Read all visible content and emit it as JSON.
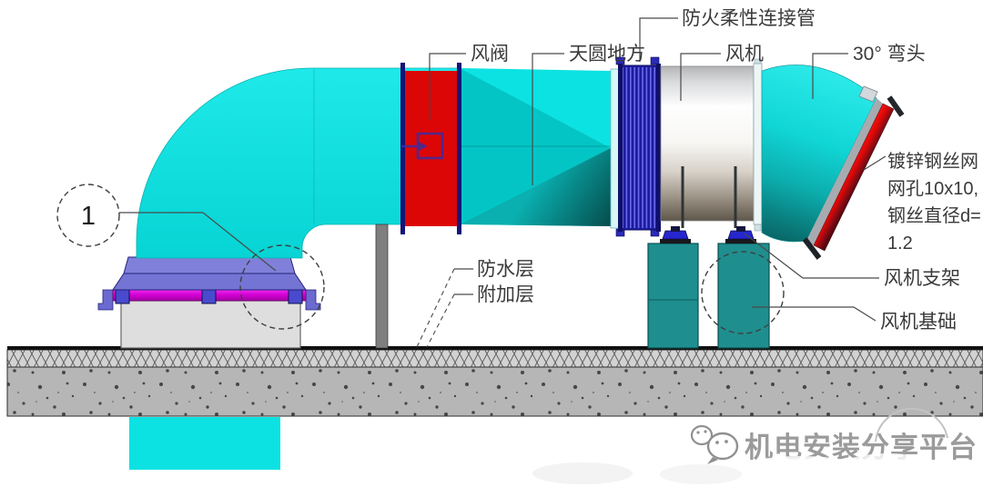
{
  "diagram": {
    "title_domain": "rooftop-fan-duct-installation-detail",
    "balloon": {
      "number": "1"
    },
    "labels": {
      "fire_flex": "防火柔性连接管",
      "damper": "风阀",
      "transition": "天圆地方",
      "fan": "风机",
      "elbow30": "30° 弯头",
      "mesh1": "镀锌钢丝网",
      "mesh2": "网孔10x10,",
      "mesh3": "钢丝直径d=",
      "mesh4": "1.2",
      "fan_support": "风机支架",
      "fan_foundation": "风机基础",
      "waterproof": "防水层",
      "additional": "附加层"
    },
    "watermark": {
      "text": "机电安装分享平台",
      "icon": "wechat-icon"
    },
    "colors": {
      "duct_cyan": "#0DE2E2",
      "duct_dark_teal": "#075757",
      "damper_red": "#DD0606",
      "flange_navy": "#141478",
      "connector_blue": "#1C1CA0",
      "mesh_red": "#D90707",
      "mesh_dark": "#55060F",
      "pedestal_teal": "#1F8E8E",
      "curb_flange": "#7474D4",
      "gasket_magenta": "#D400D4",
      "curb_concrete": "#DEDEDE",
      "slab_gray": "#B6B6B6",
      "post_gray": "#7F7F7F",
      "watermark_gray": "#9B9B9B"
    }
  }
}
